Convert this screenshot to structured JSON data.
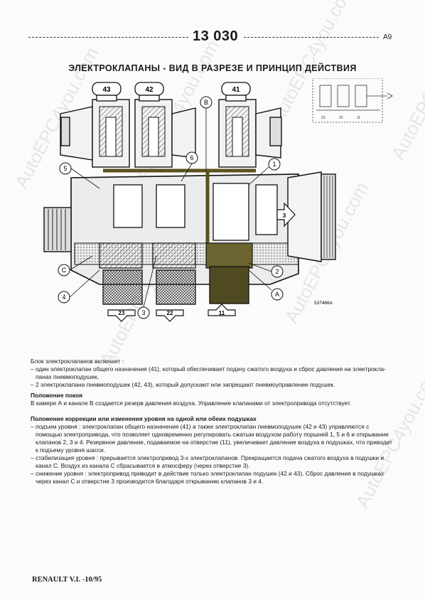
{
  "header": {
    "page_number": "13 030",
    "section": "A9"
  },
  "title": "ЭЛЕКТРОКЛАПАНЫ - ВИД В РАЗРЕЗЕ И ПРИНЦИП ДЕЙСТВИЯ",
  "figure": {
    "valve_labels": [
      "43",
      "42",
      "41"
    ],
    "callouts": [
      "B",
      "6",
      "5",
      "1",
      "3",
      "C",
      "2",
      "4",
      "3",
      "A"
    ],
    "ports": [
      "23",
      "22",
      "11"
    ],
    "figure_code": "537466A",
    "schematic_labels": [
      "23",
      "22",
      "11"
    ]
  },
  "intro": {
    "lead": "Блок электроклапанов включает :",
    "items": [
      "– один электроклапан общего назначения (41), который обеспечивает подачу сжатого воздуха и сброс давления на электрокла-",
      "панах пневмоподушек,",
      "– 2 электроклапана пневмоподушек (42, 43), который допускают или запрещают пневмоуправление подушек."
    ]
  },
  "rest": {
    "heading": "Положение покоя",
    "text": "В камере А и канале В создается резерв давления воздуха. Управление клапанами от электропривода отсутствует."
  },
  "correction": {
    "heading": "Положение коррекции или изменения уровня на одной или обеих подушках",
    "lines": [
      "– подъем уровня : электроклапан общего назначения (41) а также электроклапан пневмоподушек (42 и 43) управляются с",
      "помощью электропривода, что позволяет одновременно регулировать сжатым воздухом работу поршней 1, 5 и 6 и открывание",
      "клапанов 2, 3 и 4. Резервное давление, подаваемое на отверстие (11), увеличивает давление воздуха в подушках, что приводит",
      "к подъему уровня шасси.",
      "– стабилизация уровня : прерывается электропривод 3-х электроклапанов. Прекращается подача сжатого воздуха в подушки и",
      "канал С. Воздух из канала С сбрасывается в атмосферу (через отверстие 3).",
      "– снижение уровня : электропривод приводит в действие только электроклапан подушек (42 и 43). Сброс давления в подушках",
      "через канал С и отверстие 3 производится благодаря открыванию клапанов 3 и 4."
    ]
  },
  "footer": "RENAULT V.I. -10/95",
  "watermarks": [
    "AutoEPC4you.com",
    "AutoEPC4you.com",
    "AutoEPC4you.com",
    "AutoEPC4you.com",
    "AutoEPC4you.com",
    "AutoEPC4you.com",
    "AutoEPC4you.com"
  ]
}
